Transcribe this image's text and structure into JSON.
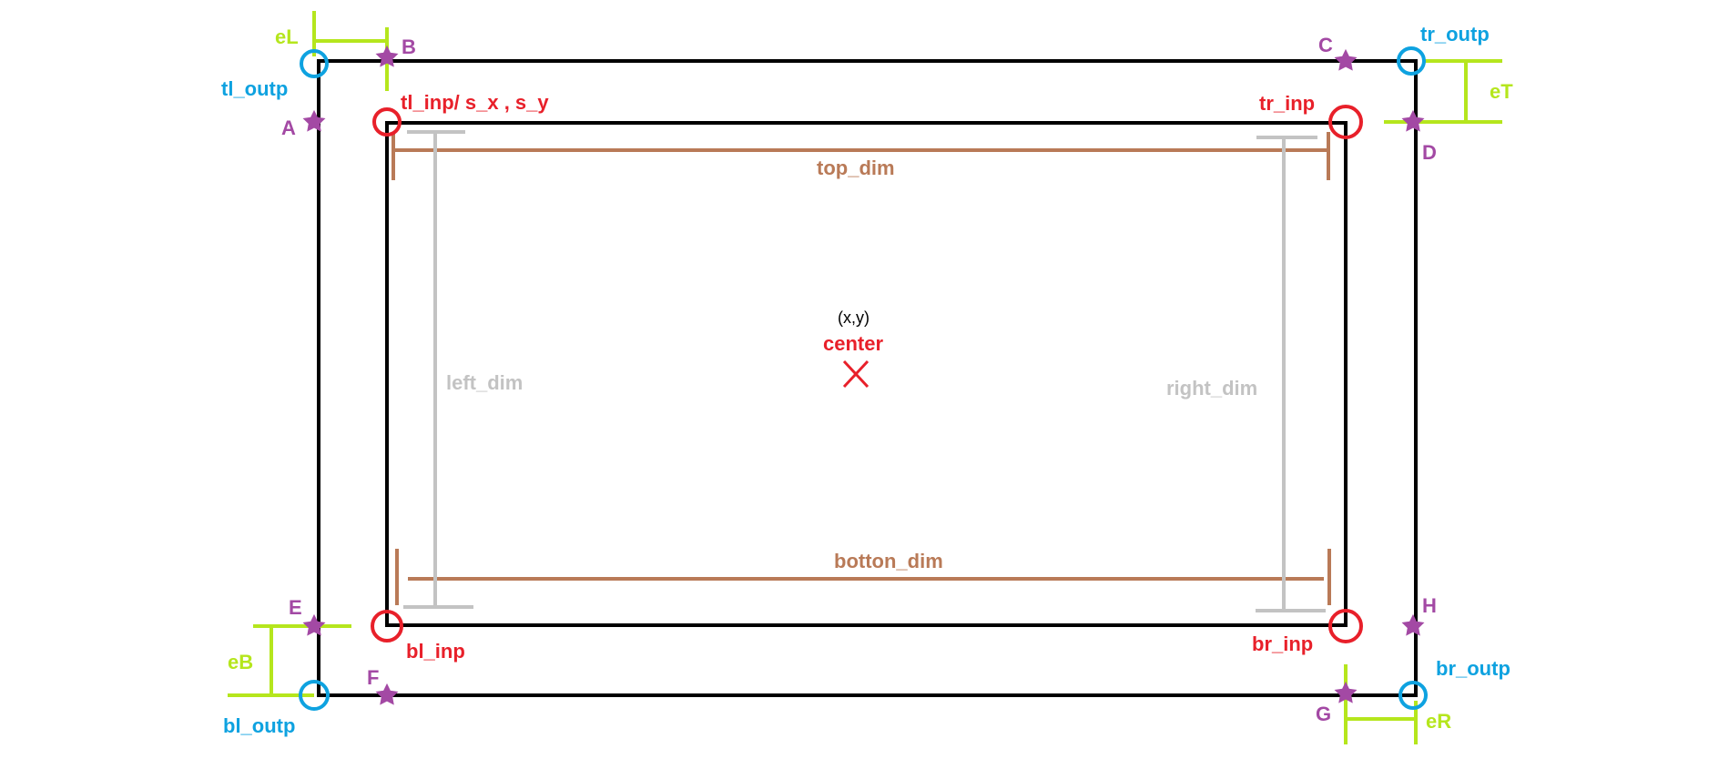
{
  "colors": {
    "frame": "#000000",
    "input_corner": "#e8202a",
    "output_corner": "#0ea2e0",
    "margin": "#b5e61d",
    "point": "#a349a4",
    "horizontal_dim": "#b97a57",
    "vertical_dim": "#c3c3c3",
    "center_text": "#000000"
  },
  "labels": {
    "tl_inp": "tl_inp/ s_x , s_y",
    "tr_inp": "tr_inp",
    "bl_inp": "bl_inp",
    "br_inp": "br_inp",
    "tl_outp": "tl_outp",
    "tr_outp": "tr_outp",
    "bl_outp": "bl_outp",
    "br_outp": "br_outp",
    "eL": "eL",
    "eT": "eT",
    "eB": "eB",
    "eR": "eR",
    "A": "A",
    "B": "B",
    "C": "C",
    "D": "D",
    "E": "E",
    "F": "F",
    "G": "G",
    "H": "H",
    "top_dim": "top_dim",
    "botton_dim": "botton_dim",
    "left_dim": "left_dim",
    "right_dim": "right_dim",
    "center_coords": "(x,y)",
    "center": "center"
  }
}
